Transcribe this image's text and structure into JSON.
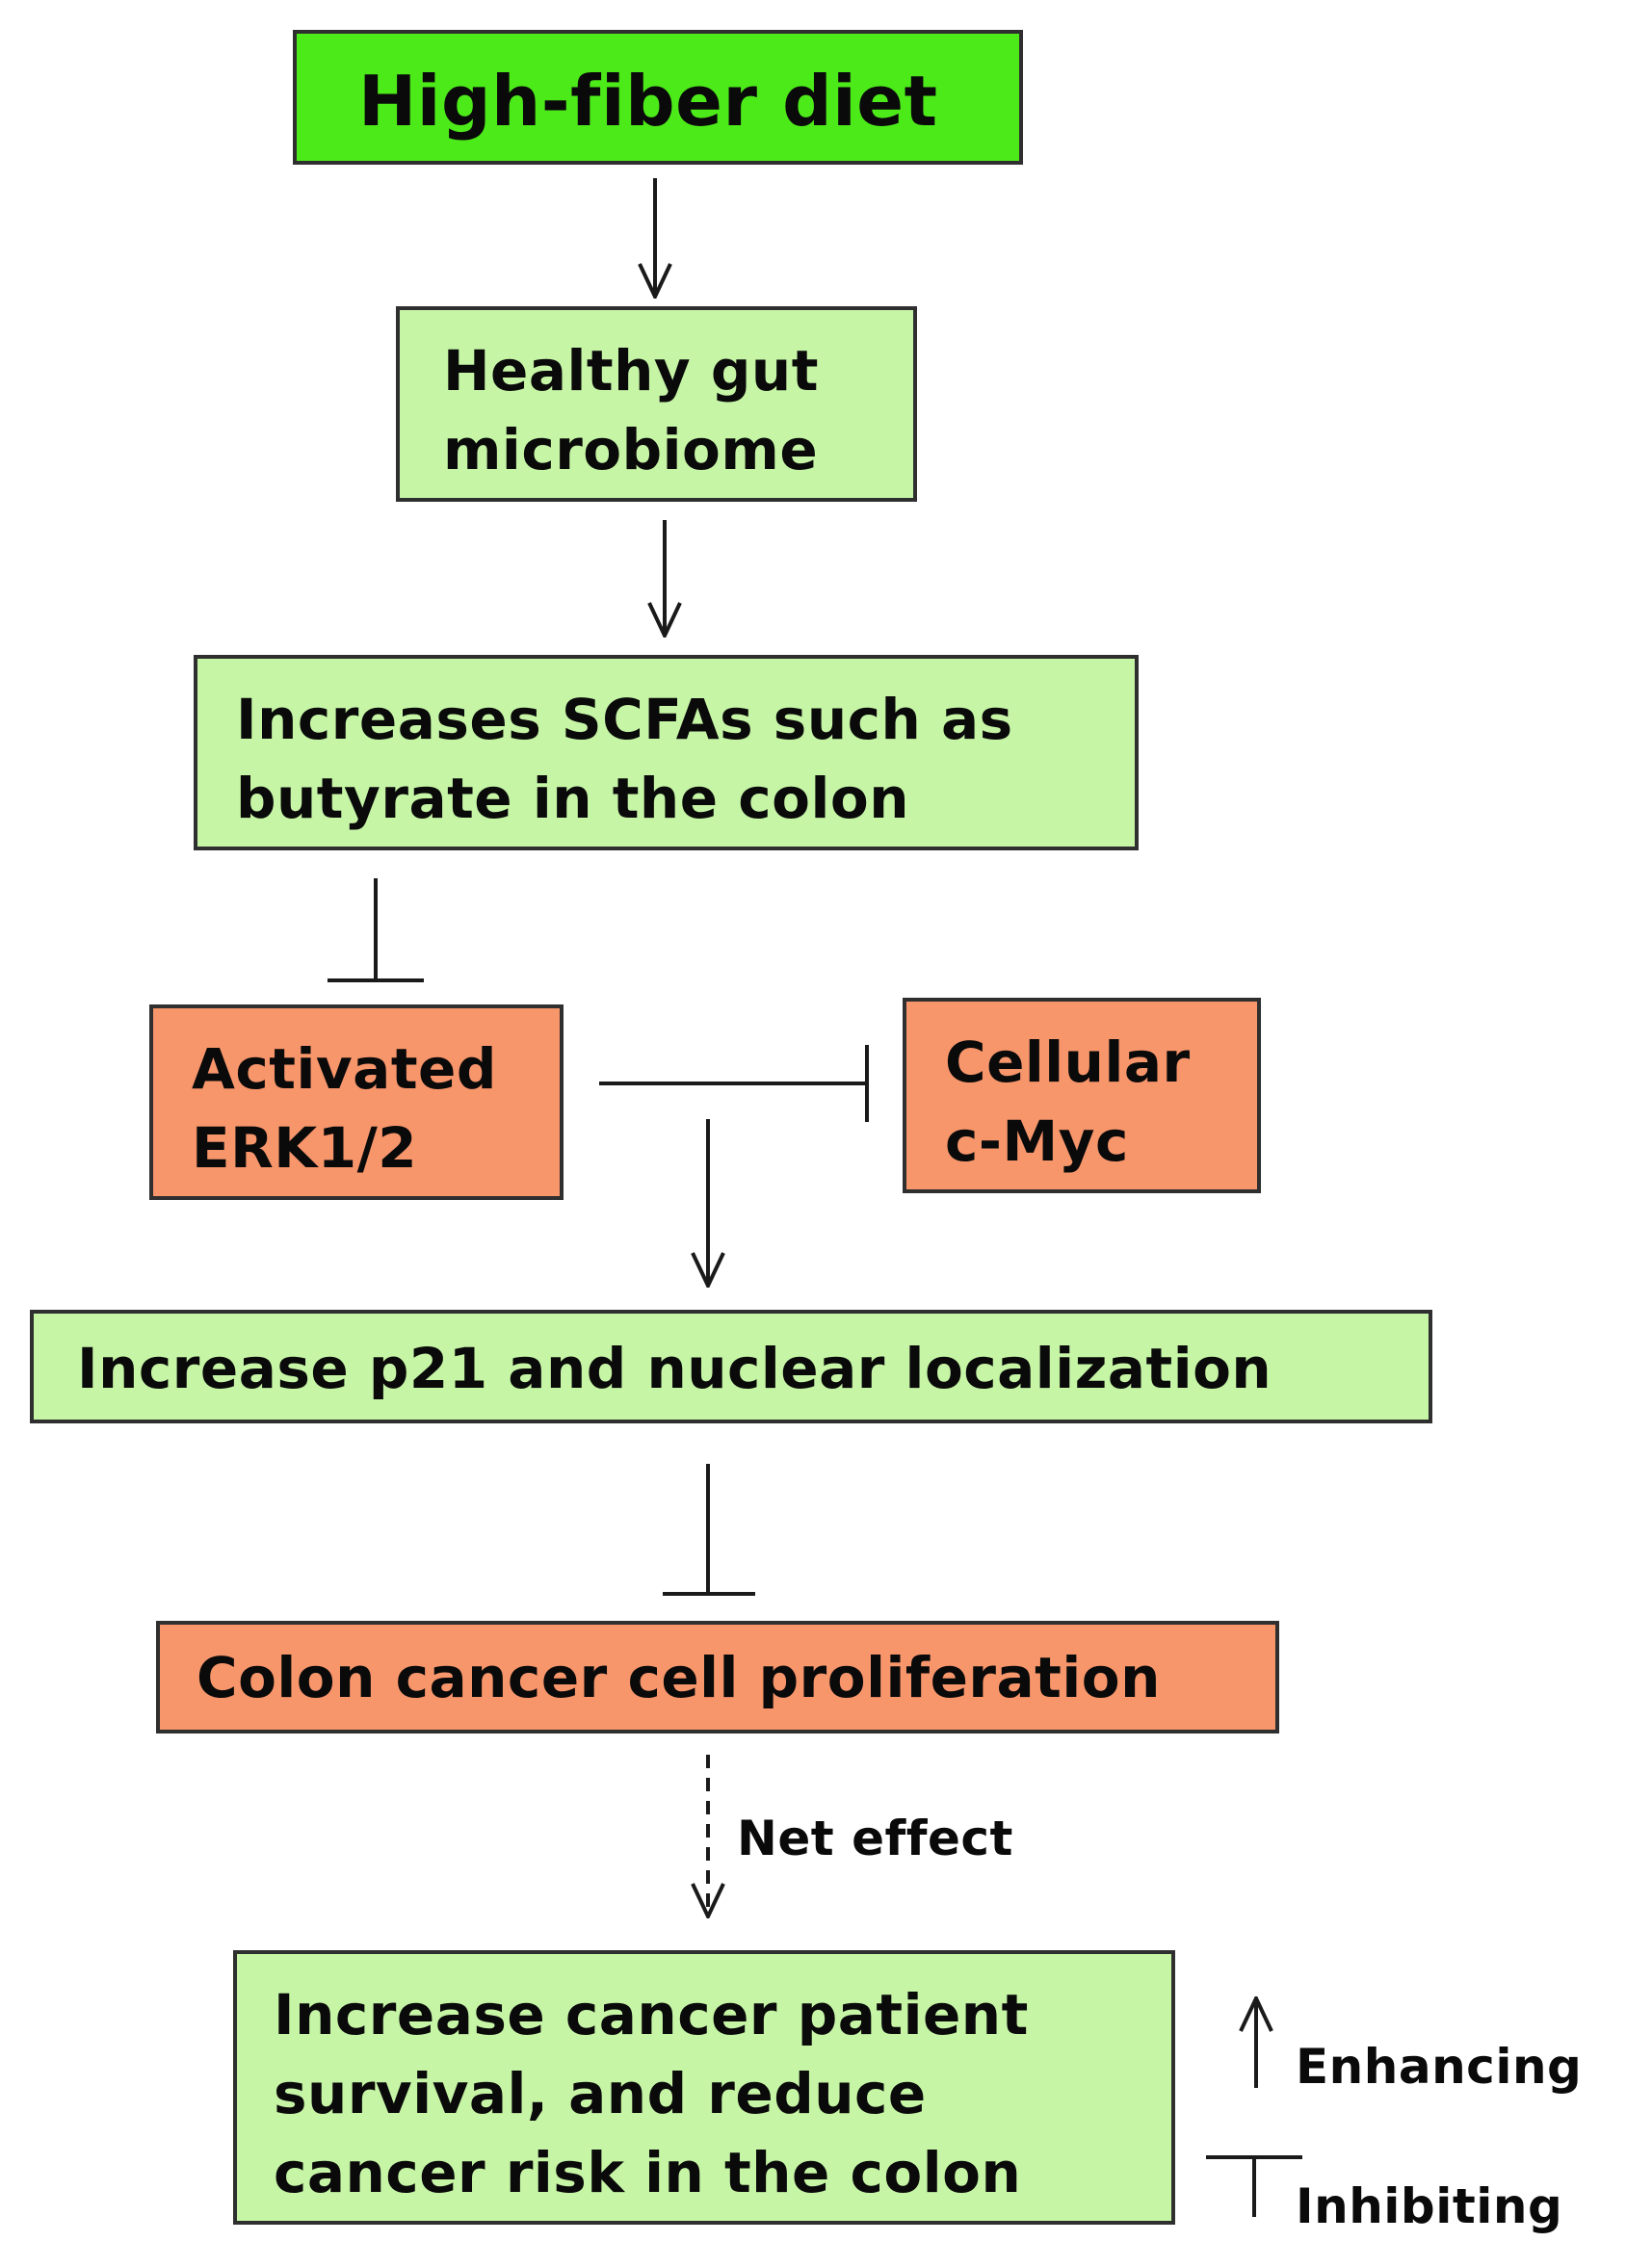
{
  "nodes": {
    "high_fiber_diet": "High-fiber diet",
    "healthy_gut": [
      "Healthy gut",
      "microbiome"
    ],
    "scfa": [
      "Increases SCFAs such as",
      "butyrate in the colon"
    ],
    "erk": [
      "Activated",
      "ERK1/2"
    ],
    "cmyc": [
      "Cellular",
      "c-Myc"
    ],
    "p21": "Increase p21 and nuclear localization",
    "proliferation": "Colon cancer cell proliferation",
    "survival": [
      "Increase cancer patient",
      "survival, and reduce",
      "cancer risk in the colon"
    ]
  },
  "edge_labels": {
    "net_effect": "Net effect"
  },
  "legend": {
    "enhancing": "Enhancing",
    "inhibiting": "Inhibiting"
  },
  "colors": {
    "bright_green": "#4dea1a",
    "light_green": "#c6f5a6",
    "orange": "#f7956b",
    "line": "#1a1a1a"
  }
}
